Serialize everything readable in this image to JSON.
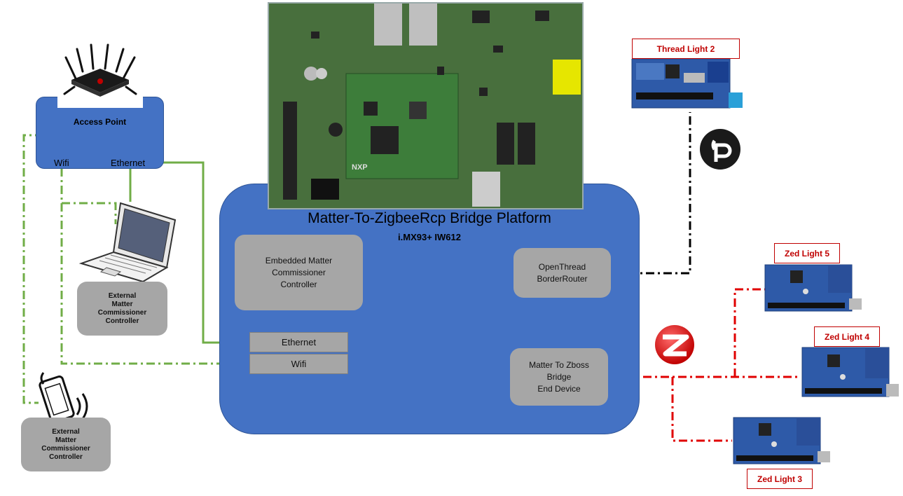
{
  "colors": {
    "platform_blue": "#4472c4",
    "box_grey": "#a6a6a6",
    "wifi_green": "#70ad47",
    "zigbee_red": "#e00000",
    "thread_black": "#000000",
    "label_red": "#c00000"
  },
  "access_point": {
    "title": "Access Point",
    "wifi": "Wifi",
    "ethernet": "Ethernet"
  },
  "platform": {
    "title": "Matter-To-ZigbeeRcp Bridge Platform",
    "subtitle": "i.MX93+ IW612",
    "commissioner": "Embedded Matter\nCommissioner\nController",
    "border_router": "OpenThread\nBorderRouter",
    "ethernet": "Ethernet",
    "wifi": "Wifi",
    "bridge": "Matter To Zboss\nBridge\nEnd Device"
  },
  "external_laptop": "External\nMatter\nCommissioner\nController",
  "external_phone": "External\nMatter\nCommissioner\nController",
  "lights": {
    "thread_light_2": "Thread Light 2",
    "zed_light_5": "Zed Light 5",
    "zed_light_4": "Zed Light 4",
    "zed_light_3": "Zed Light 3"
  },
  "board_silkscreen": "NXP",
  "icons": [
    "router-icon",
    "laptop-icon",
    "phone-icon",
    "openthread-logo",
    "zigbee-logo",
    "bridge-board-photo",
    "dev-board-photo"
  ]
}
